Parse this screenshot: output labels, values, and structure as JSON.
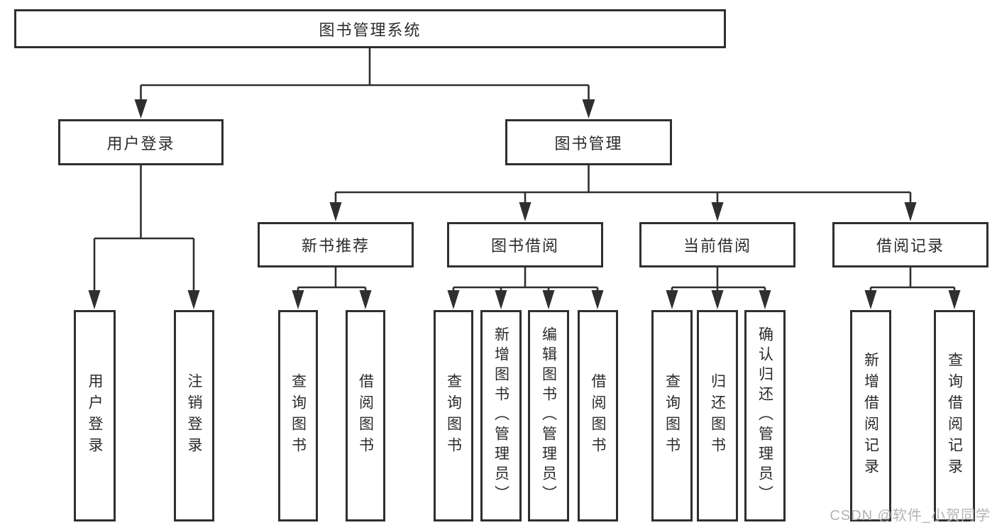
{
  "nodes": {
    "root": {
      "label": "图书管理系统"
    },
    "user_login": {
      "label": "用户登录"
    },
    "book_mgmt": {
      "label": "图书管理"
    },
    "new_book_rec": {
      "label": "新书推荐"
    },
    "book_borrow": {
      "label": "图书借阅"
    },
    "current_borrow": {
      "label": "当前借阅"
    },
    "borrow_record": {
      "label": "借阅记录"
    },
    "leaf_user_login": {
      "label": "用户登录"
    },
    "leaf_logout": {
      "label": "注销登录"
    },
    "leaf_rec_query": {
      "label": "查询图书"
    },
    "leaf_rec_borrow": {
      "label": "借阅图书"
    },
    "leaf_borrow_query": {
      "label": "查询图书"
    },
    "leaf_borrow_add": {
      "label": "新增图书（管理员）"
    },
    "leaf_borrow_edit": {
      "label": "编辑图书（管理员）"
    },
    "leaf_borrow_borrow": {
      "label": "借阅图书"
    },
    "leaf_current_query": {
      "label": "查询图书"
    },
    "leaf_current_return": {
      "label": "归还图书"
    },
    "leaf_current_confirm": {
      "label": "确认归还（管理员）"
    },
    "leaf_record_add": {
      "label": "新增借阅记录"
    },
    "leaf_record_query": {
      "label": "查询借阅记录"
    }
  },
  "watermark": {
    "text": "CSDN @软件_小贺同学"
  },
  "colors": {
    "line": "#2f2f2f",
    "box_border": "#2f2f2f",
    "text": "#2b2b2b",
    "watermark": "#b3b3b3",
    "background": "#ffffff"
  }
}
